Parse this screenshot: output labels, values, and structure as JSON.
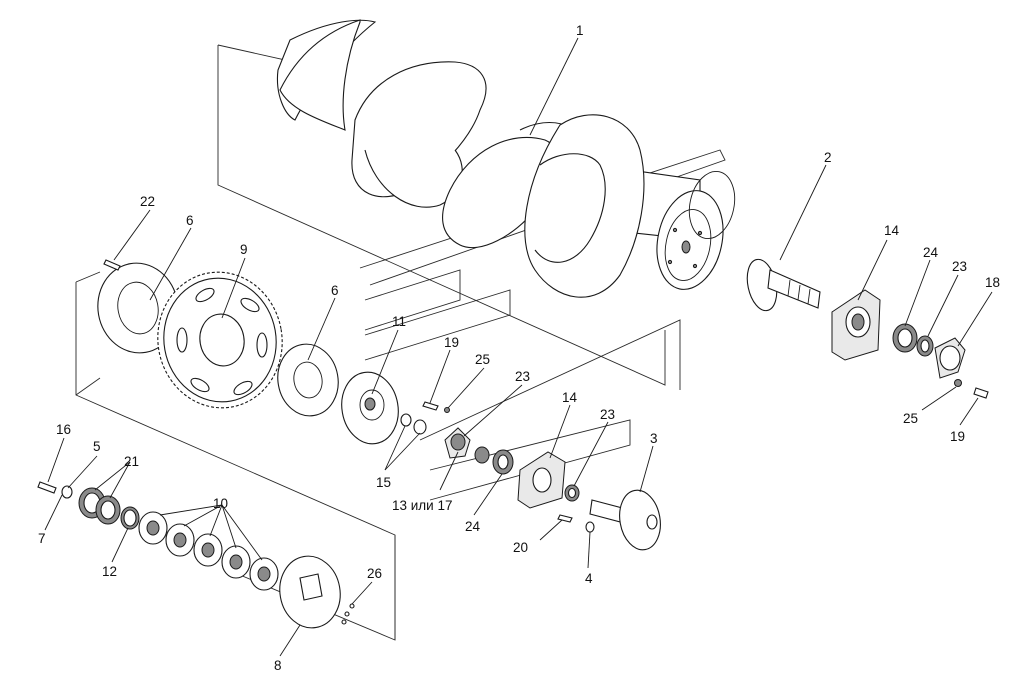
{
  "diagram": {
    "callouts": {
      "c1": "1",
      "c2": "2",
      "c3": "3",
      "c4": "4",
      "c5": "5",
      "c6a": "6",
      "c6b": "6",
      "c7": "7",
      "c8": "8",
      "c9": "9",
      "c10": "10",
      "c11": "11",
      "c12": "12",
      "c13or17": "13 или 17",
      "c14a": "14",
      "c14b": "14",
      "c15": "15",
      "c16": "16",
      "c18": "18",
      "c19a": "19",
      "c19b": "19",
      "c20": "20",
      "c21": "21",
      "c22": "22",
      "c23a": "23",
      "c23b": "23",
      "c23c": "23",
      "c24a": "24",
      "c24b": "24",
      "c25a": "25",
      "c25b": "25",
      "c26": "26"
    }
  }
}
